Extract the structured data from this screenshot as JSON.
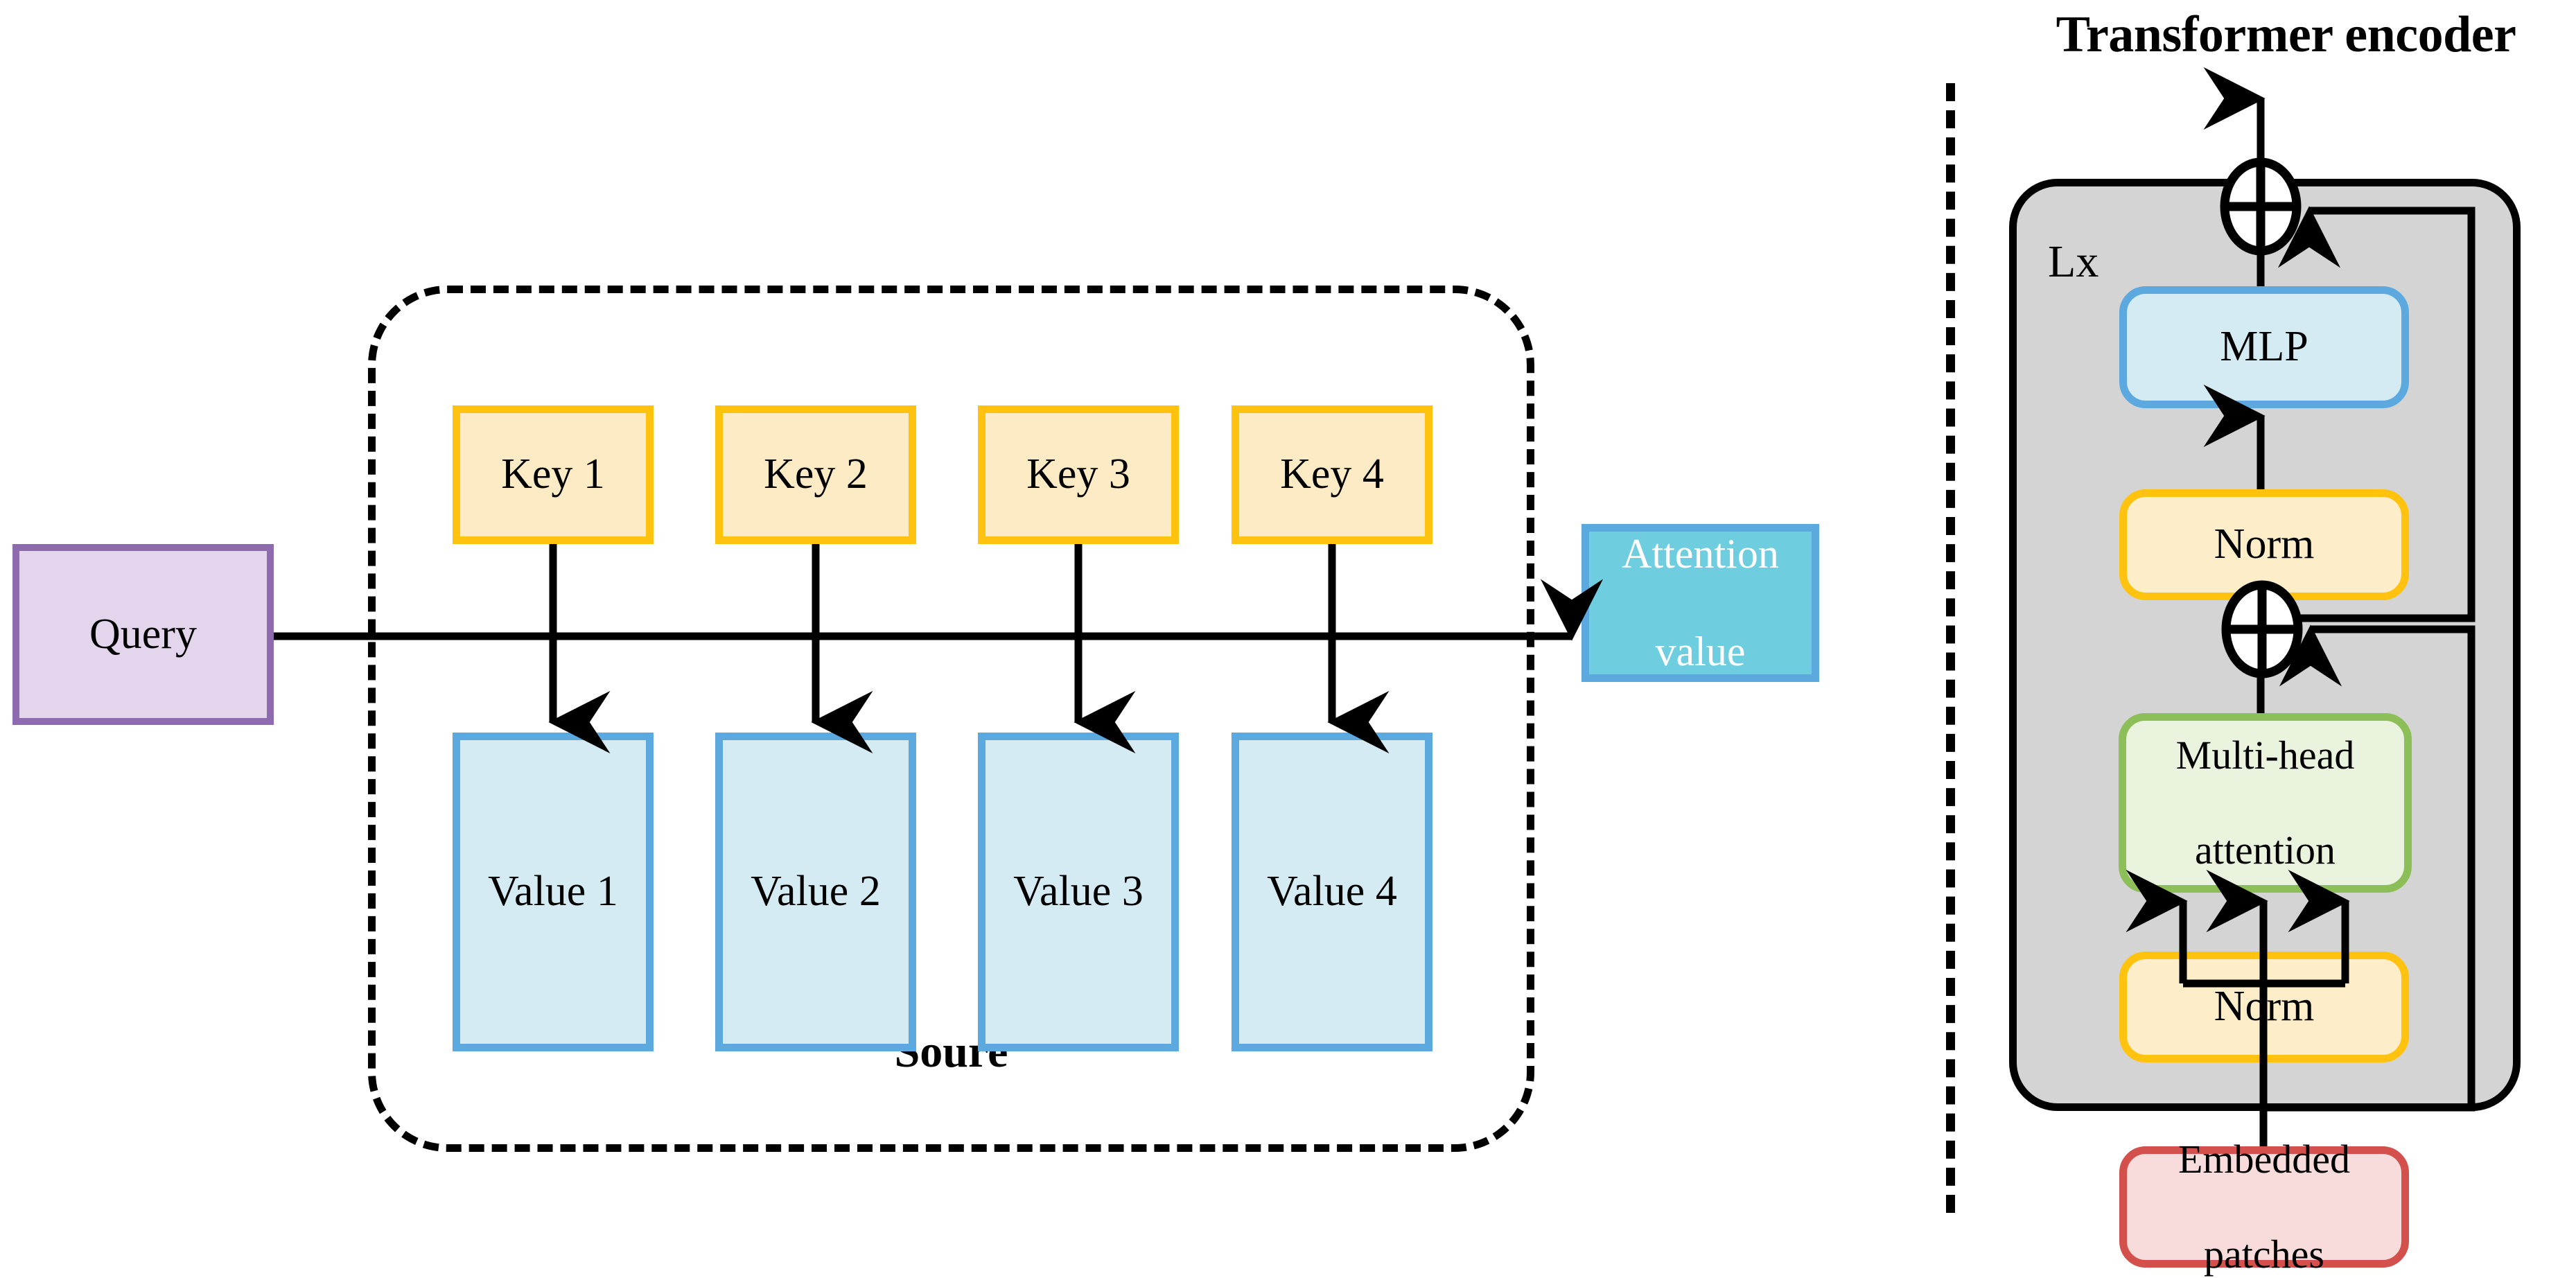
{
  "left_panel": {
    "query": {
      "label": "Query",
      "fill": "#E3D5EC",
      "border": "#8E6BAE"
    },
    "group_label": "Soure",
    "keys": [
      {
        "label": "Key 1"
      },
      {
        "label": "Key 2"
      },
      {
        "label": "Key 3"
      },
      {
        "label": "Key 4"
      }
    ],
    "values": [
      {
        "label": "Value 1"
      },
      {
        "label": "Value 2"
      },
      {
        "label": "Value 3"
      },
      {
        "label": "Value 4"
      }
    ],
    "attention_value": {
      "line1": "Attention",
      "line2": "value",
      "fill": "#6FCDE0",
      "border": "#5CA9E0",
      "text_color": "#FFFFFF"
    },
    "key_fill": "#FCEBC5",
    "key_border": "#FFC20E",
    "value_fill": "#D4EBF3",
    "value_border": "#5CA9E0"
  },
  "right_panel": {
    "title": "Transformer encoder",
    "repeat_label": "Lx",
    "shell_fill": "#D4D4D4",
    "blocks": {
      "mlp": {
        "label": "MLP",
        "fill": "#D4EBF3",
        "border": "#5CA9E0"
      },
      "norm_top": {
        "label": "Norm",
        "fill": "#FDEDC8",
        "border": "#FFC20E"
      },
      "multi_head_attention": {
        "line1": "Multi-head",
        "line2": "attention",
        "fill": "#EAF3DE",
        "border": "#8CBF57"
      },
      "norm_bottom": {
        "label": "Norm",
        "fill": "#FDEDC8",
        "border": "#FFC20E"
      },
      "embedded_patches": {
        "line1": "Embedded",
        "line2": "patches",
        "fill": "#F8DCDC",
        "border": "#D4504C"
      }
    },
    "add_operator_symbol": "+"
  }
}
